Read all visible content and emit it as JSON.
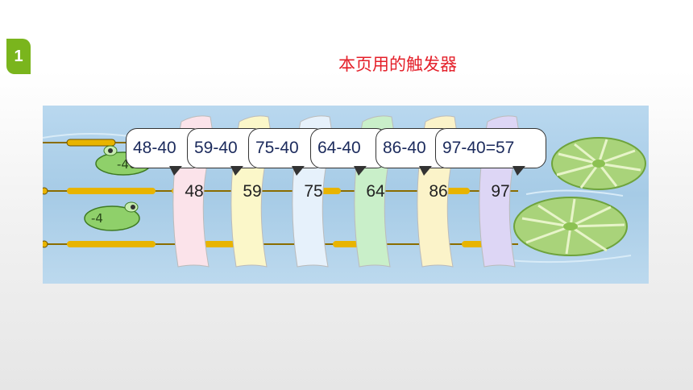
{
  "slide_number": "1",
  "trigger_caption": "本页用的触发器",
  "frogs": [
    "-40",
    "-4"
  ],
  "strips": [
    {
      "label": "48",
      "color": "#fbe3ea"
    },
    {
      "label": "59",
      "color": "#fbf7c9"
    },
    {
      "label": "75",
      "color": "#e6f1fb"
    },
    {
      "label": "64",
      "color": "#c9efc9"
    },
    {
      "label": "86",
      "color": "#fbf3c9"
    },
    {
      "label": "97",
      "color": "#ddd6f5"
    }
  ],
  "bubbles": [
    {
      "text": "48-40"
    },
    {
      "text": "59-40"
    },
    {
      "text": "75-40"
    },
    {
      "text": "64-40"
    },
    {
      "text": "86-40"
    },
    {
      "text": "97-40=57"
    }
  ],
  "colors": {
    "accent_green": "#7ab51d",
    "title_red": "#e4202a",
    "rope": "#e8b400"
  }
}
